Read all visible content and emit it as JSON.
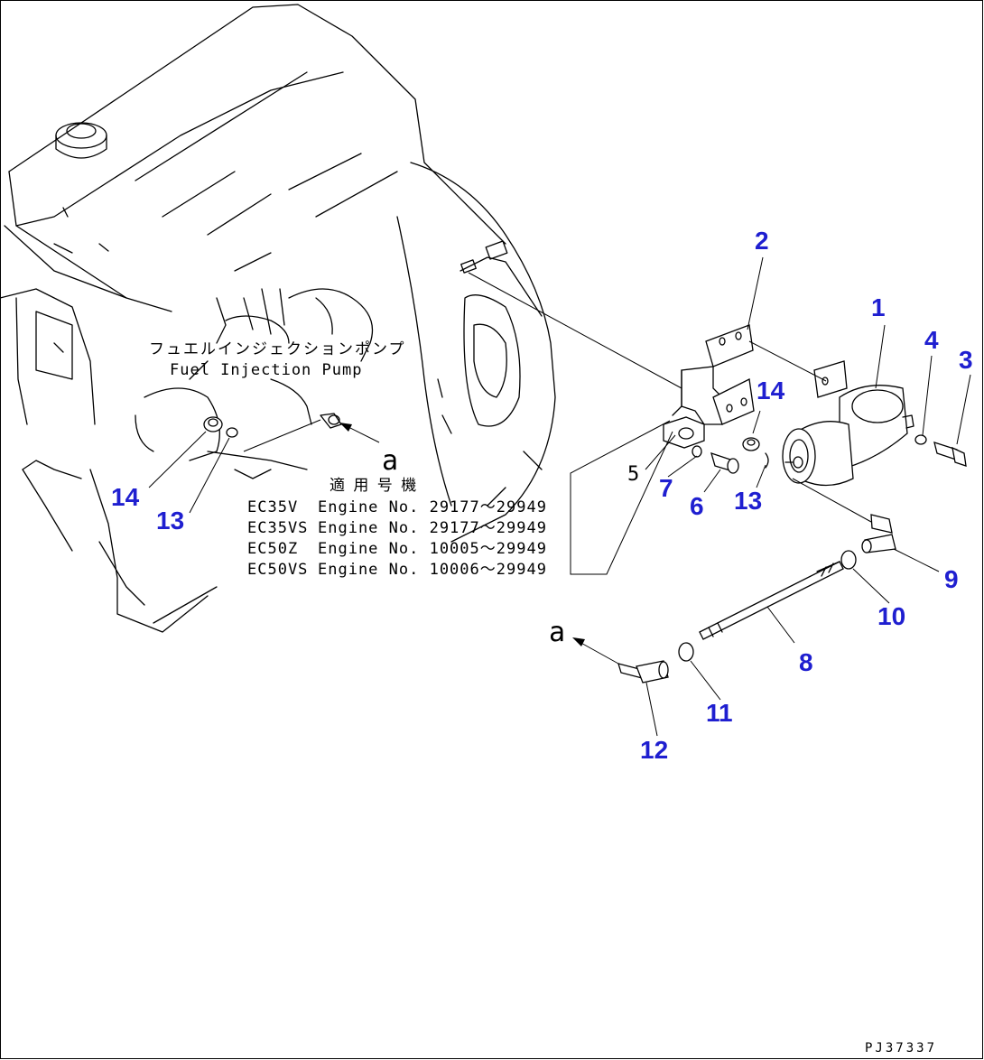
{
  "labels": {
    "pump_jp": "フュエルインジェクションポンプ",
    "pump_en": "Fuel Injection Pump",
    "applicable_heading": "適 用 号 機",
    "view_ref_a": "a",
    "drawing_code": "PJ37337"
  },
  "applicability": [
    {
      "model": "EC35V",
      "engine": "Engine No. 29177～29949"
    },
    {
      "model": "EC35VS",
      "engine": "Engine No. 29177～29949"
    },
    {
      "model": "EC50Z",
      "engine": "Engine No. 10005～29949"
    },
    {
      "model": "EC50VS",
      "engine": "Engine No. 10006～29949"
    }
  ],
  "callouts": [
    "1",
    "2",
    "3",
    "4",
    "5",
    "6",
    "7",
    "8",
    "9",
    "10",
    "11",
    "12",
    "13",
    "14"
  ],
  "colors": {
    "callout": "#1f1fd0",
    "line": "#000000"
  }
}
